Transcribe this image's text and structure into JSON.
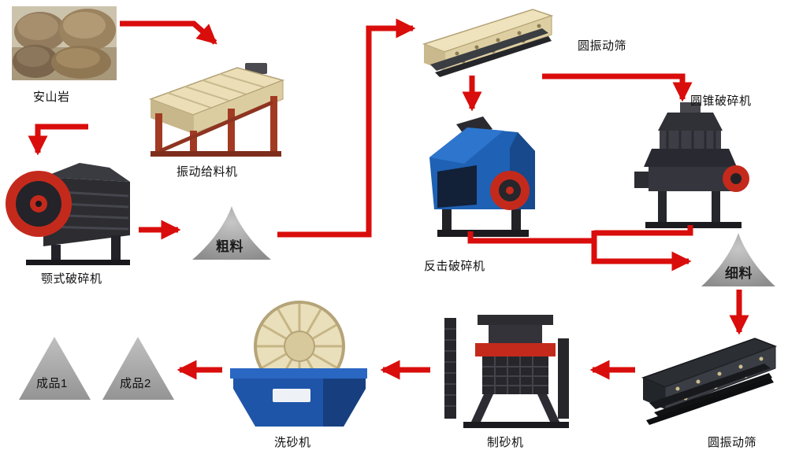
{
  "diagram": {
    "nodes": {
      "rock": {
        "label": "安山岩"
      },
      "feeder": {
        "label": "振动给料机"
      },
      "jaw_crusher": {
        "label": "颚式破碎机"
      },
      "coarse_pile": {
        "label": "粗料"
      },
      "top_screen": {
        "label": "圆振动筛"
      },
      "impact_crusher": {
        "label": "反击破碎机"
      },
      "cone_crusher": {
        "label": "圆锥破碎机"
      },
      "fine_pile": {
        "label": "细料"
      },
      "bottom_screen": {
        "label": "圆振动筛"
      },
      "sand_maker": {
        "label": "制砂机"
      },
      "sand_washer": {
        "label": "洗砂机"
      },
      "product_1": {
        "label": "成品1"
      },
      "product_2": {
        "label": "成品2"
      }
    },
    "edges": [
      {
        "from": "rock",
        "to": "feeder"
      },
      {
        "from": "feeder",
        "to": "jaw_crusher"
      },
      {
        "from": "jaw_crusher",
        "to": "coarse_pile"
      },
      {
        "from": "coarse_pile",
        "to": "top_screen"
      },
      {
        "from": "top_screen",
        "to": "impact_crusher"
      },
      {
        "from": "top_screen",
        "to": "cone_crusher"
      },
      {
        "from": "impact_crusher",
        "to": "fine_pile"
      },
      {
        "from": "cone_crusher",
        "to": "fine_pile"
      },
      {
        "from": "fine_pile",
        "to": "bottom_screen"
      },
      {
        "from": "bottom_screen",
        "to": "sand_maker"
      },
      {
        "from": "sand_maker",
        "to": "sand_washer"
      },
      {
        "from": "sand_washer",
        "to": "product_1"
      },
      {
        "from": "sand_washer",
        "to": "product_2"
      }
    ],
    "colors": {
      "arrow_red": "#d90d0b",
      "machine_cream": "#ecdfb8",
      "machine_blue": "#1f61b4",
      "machine_dark": "#2b2b30",
      "wheel_red": "#c42a1c",
      "pile_gray": "#a5a5a5",
      "background": "#ffffff"
    }
  }
}
